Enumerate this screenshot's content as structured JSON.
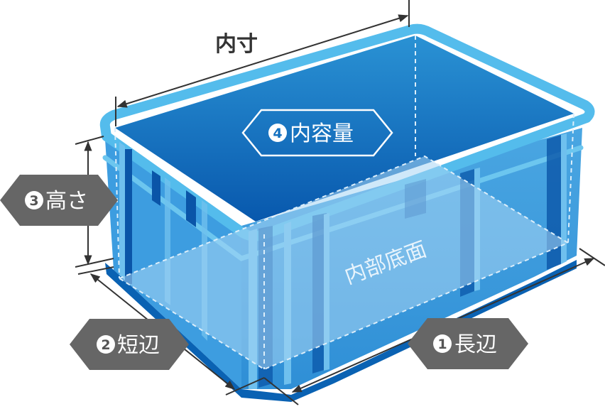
{
  "diagram": {
    "subject": "plastic storage container (isometric illustration)",
    "title_label": "内寸",
    "floor_label": "内部底面",
    "capacity": {
      "number": "4",
      "text": "内容量"
    },
    "height": {
      "number": "3",
      "text": "高さ"
    },
    "short_side": {
      "number": "2",
      "text": "短辺"
    },
    "long_side": {
      "number": "1",
      "text": "長辺"
    }
  },
  "colors": {
    "rim": "#54bcec",
    "interior_top": "#1c87cc",
    "interior_bottom": "#0a62b3",
    "wall": "#3f9ede",
    "wall_light": "#6fb8e8",
    "rib_dark": "#0a55a8",
    "floor_plane": "#8ec6ea",
    "tag_fill": "#666666",
    "arrow": "#333333",
    "dashed_line": "#dceefa"
  }
}
